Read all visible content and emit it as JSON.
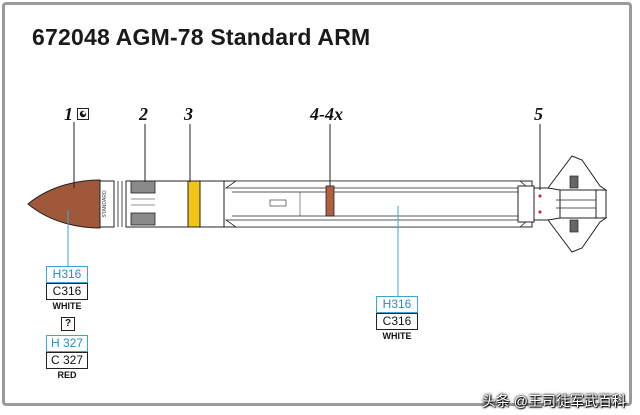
{
  "title": "672048 AGM-78 Standard ARM",
  "callouts": [
    "1",
    "2",
    "3",
    "4-4x",
    "5"
  ],
  "color_left": {
    "primary": {
      "code": "H316",
      "alt": "C316",
      "name": "WHITE"
    },
    "unknown_mark": "?",
    "secondary": {
      "code": "H 327",
      "alt": "C 327",
      "name": "RED"
    }
  },
  "color_body": {
    "code": "H316",
    "alt": "C316",
    "name": "WHITE"
  },
  "watermark": "头条 @王司徒军武百科",
  "colors": {
    "nose": "#a0583a",
    "band": "#f0c419",
    "strip": "#b0603e",
    "code_blue": "#1e8fc8"
  }
}
